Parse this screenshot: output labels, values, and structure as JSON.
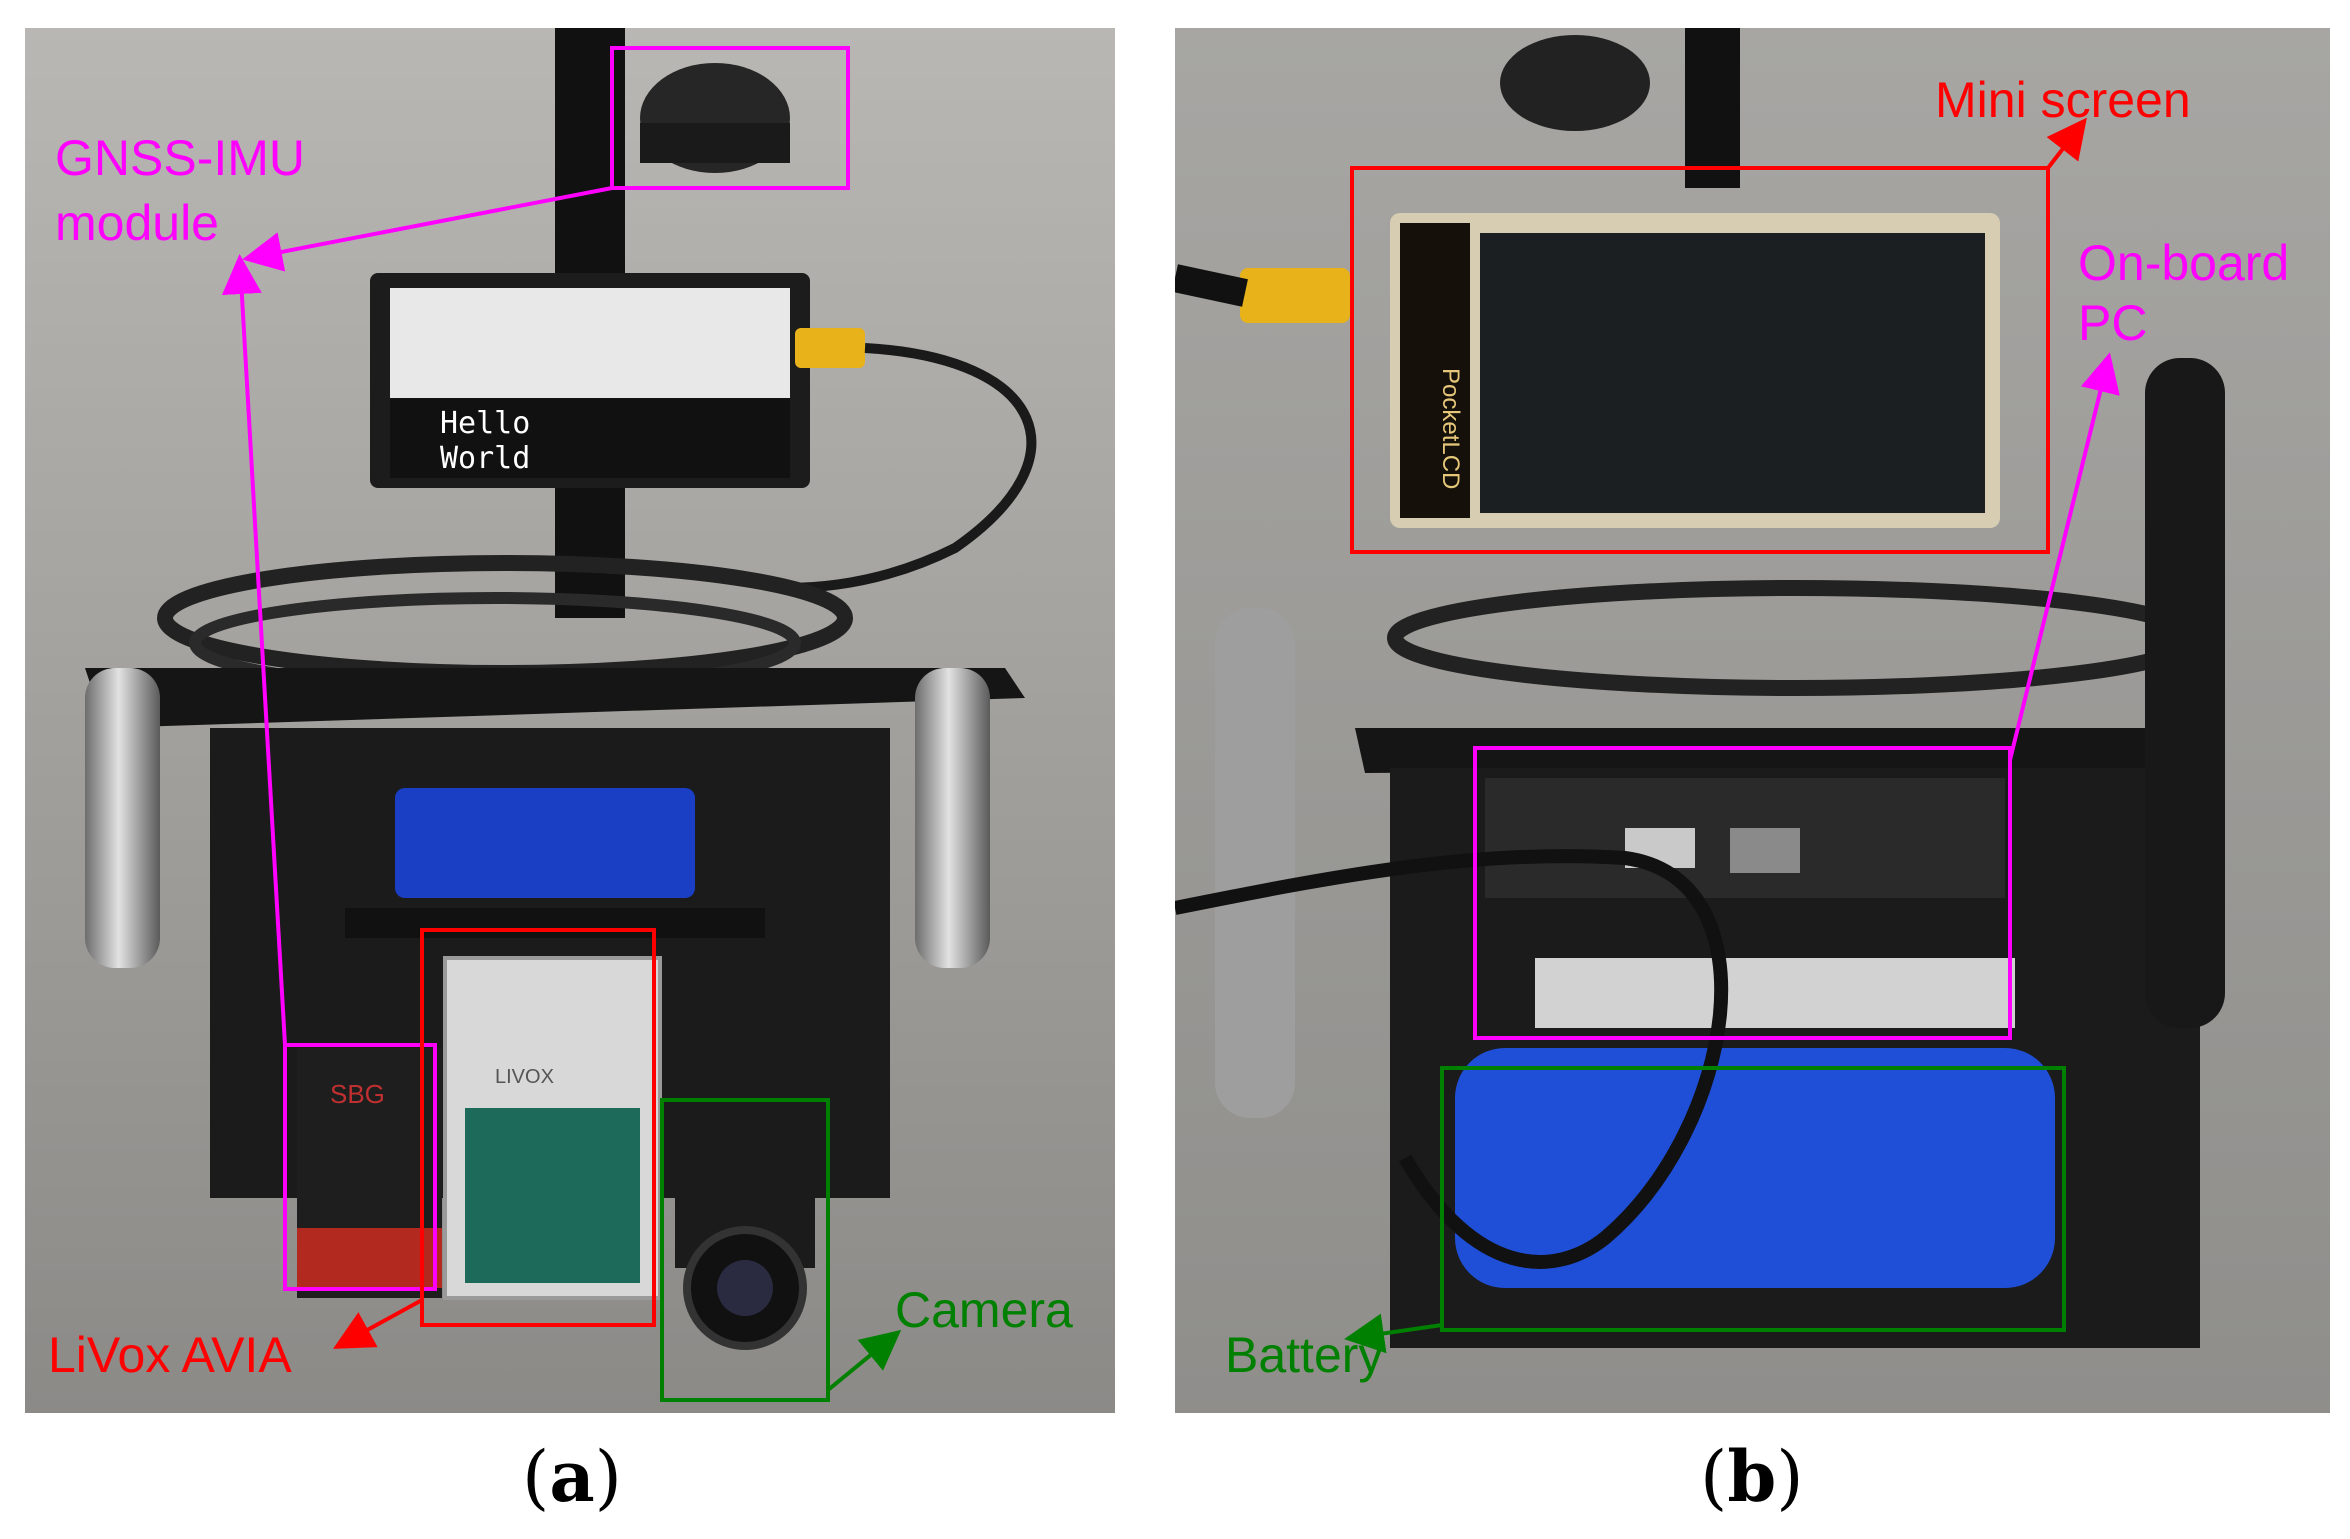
{
  "colors": {
    "magenta": "#ff00ff",
    "red": "#ff0000",
    "green": "#008000"
  },
  "panel_a": {
    "caption": "a",
    "screen_text": {
      "line1": "Hello",
      "line2": "World"
    },
    "device_texts": {
      "camera_body": "LIVOX",
      "imu_body": "SBG"
    },
    "labels": {
      "gnss_line1": "GNSS-IMU",
      "gnss_line2": "module",
      "livox": "LiVox AVIA",
      "camera": "Camera"
    }
  },
  "panel_b": {
    "caption": "b",
    "screen_brand": "PocketLCD",
    "labels": {
      "mini_screen": "Mini screen",
      "onboard_line1": "On-board",
      "onboard_line2": "PC",
      "battery": "Battery"
    }
  }
}
